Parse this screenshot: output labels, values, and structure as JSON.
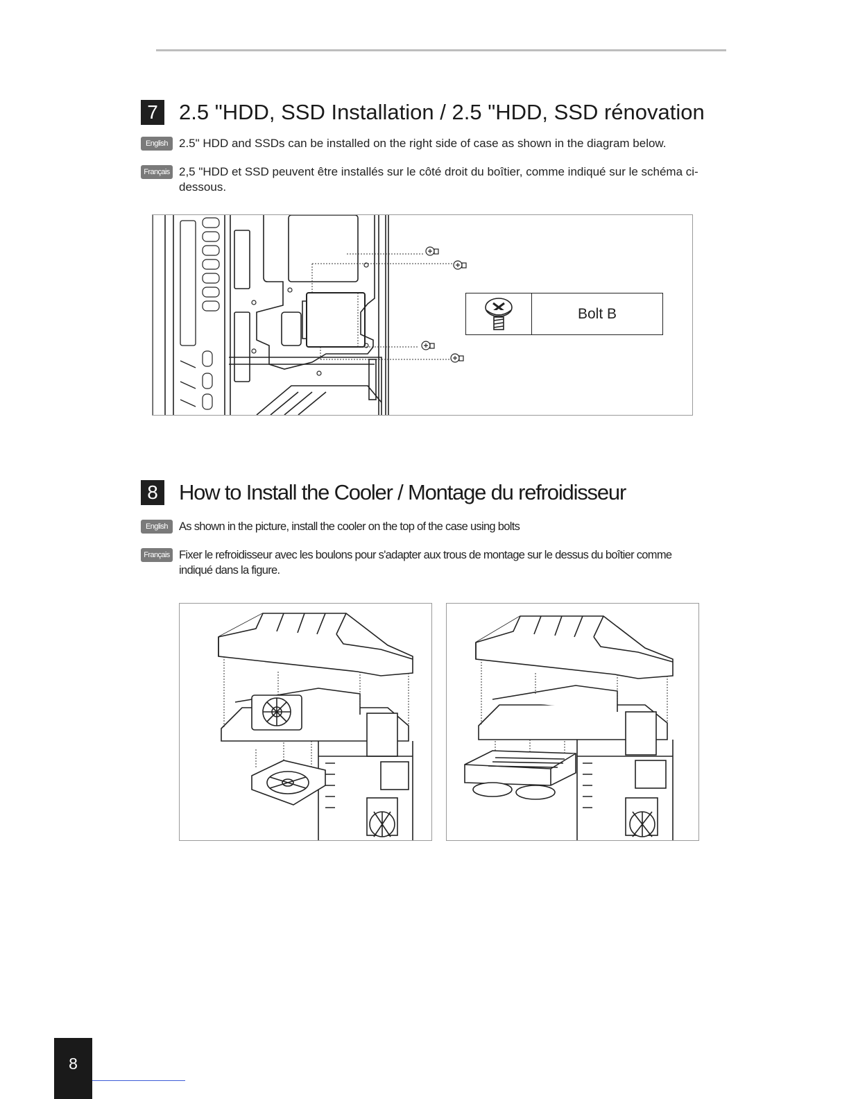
{
  "page_number": "8",
  "sections": [
    {
      "number": "7",
      "title": "2.5 \"HDD, SSD Installation / 2.5 \"HDD, SSD rénovation",
      "english_label": "English",
      "english_text": "2.5\" HDD and SSDs can be installed on the right side of case as shown in the diagram below.",
      "french_label": "Français",
      "french_text": "2,5 \"HDD et SSD peuvent être installés sur le côté droit du boîtier, comme indiqué sur le schéma ci-dessous.",
      "figure": {
        "bolt_label": "Bolt B",
        "bolt_icon": "phillips-bolt-icon"
      }
    },
    {
      "number": "8",
      "title": "How to Install the Cooler / Montage du refroidisseur",
      "english_label": "English",
      "english_text": "As shown in the picture, install the cooler on the top of the case using bolts",
      "french_label": "Français",
      "french_text": "Fixer le refroidisseur avec les boulons pour s'adapter aux trous de montage sur le dessus du boîtier comme indiqué dans la figure."
    }
  ]
}
